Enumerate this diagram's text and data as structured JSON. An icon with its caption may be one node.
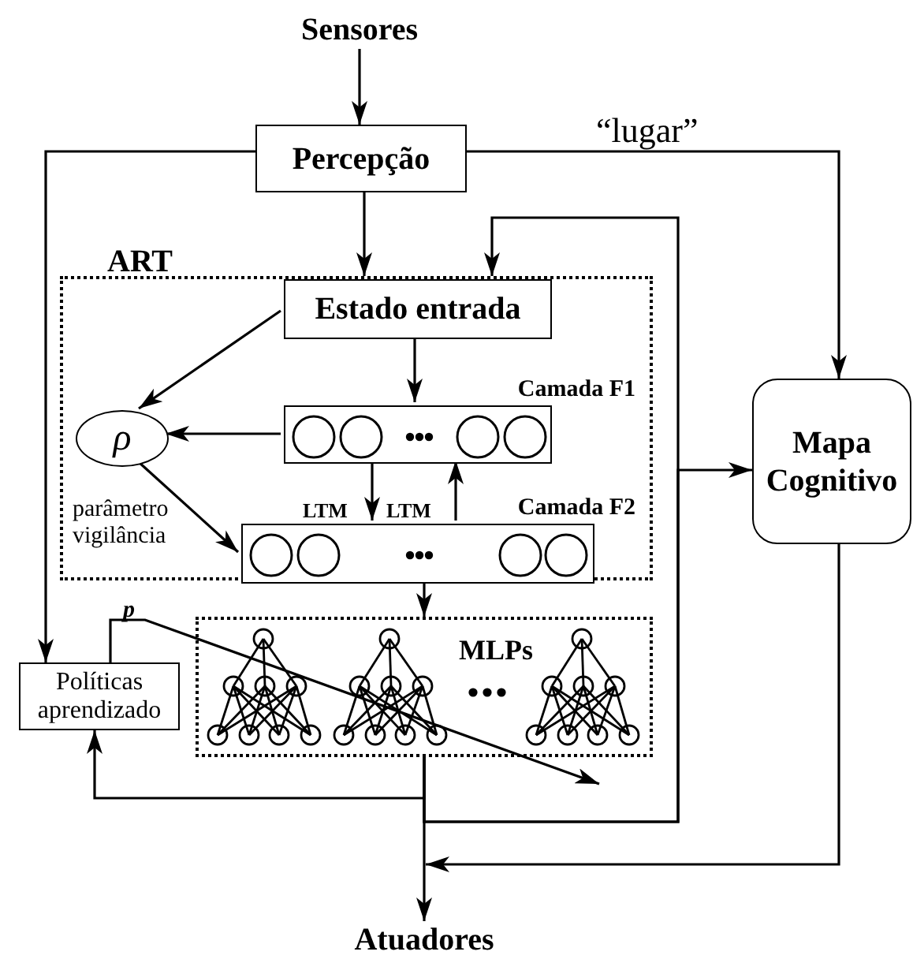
{
  "diagram": {
    "nodes": [
      {
        "text": [
          "Sensores"
        ]
      },
      {
        "text": [
          "Percepção"
        ]
      },
      {
        "text": [
          "ART"
        ]
      },
      {
        "text": [
          "Estado entrada"
        ],
        "in": 2
      },
      {
        "text": [
          "ρ"
        ],
        "in": 2,
        "beside": [
          "parâmetro vigilância"
        ]
      },
      {
        "text": [
          "Camada F1"
        ],
        "in": 2
      },
      {
        "text": [
          "Camada F2"
        ],
        "in": 2
      },
      {
        "text": [
          "MLPs"
        ]
      },
      {
        "text": [
          "Políticas aprendizado"
        ]
      },
      {
        "text": [
          "Mapa Cognitivo"
        ]
      },
      {
        "text": [
          "Atuadores"
        ]
      }
    ],
    "edges": [
      {
        "from": 0,
        "to": 1,
        "arrow": "to"
      },
      {
        "from": 1,
        "to": 3,
        "arrow": "to"
      },
      {
        "from": 1,
        "to": 8,
        "arrow": "to"
      },
      {
        "from": 1,
        "to": 9,
        "arrow": "to",
        "label": "“lugar”"
      },
      {
        "from": 3,
        "to": 4,
        "arrow": "to"
      },
      {
        "from": 3,
        "to": 5,
        "arrow": "to"
      },
      {
        "from": 5,
        "to": 4,
        "arrow": "to"
      },
      {
        "from": 4,
        "to": 6,
        "arrow": "to"
      },
      {
        "from": 5,
        "to": 6,
        "arrow": "to",
        "label": "LTM"
      },
      {
        "from": 6,
        "to": 5,
        "arrow": "to",
        "label": "LTM"
      },
      {
        "from": 6,
        "to": 7,
        "arrow": "to"
      },
      {
        "from": 8,
        "to": 7,
        "arrow": "to",
        "label": "p"
      },
      {
        "from": 7,
        "to": 8,
        "arrow": "to"
      },
      {
        "from": 7,
        "to": 10,
        "arrow": "to"
      },
      {
        "from": 7,
        "to": 3,
        "arrow": "to"
      },
      {
        "from": 7,
        "to": 9,
        "arrow": "to"
      },
      {
        "from": 9,
        "to": 10,
        "arrow": "to"
      }
    ]
  }
}
